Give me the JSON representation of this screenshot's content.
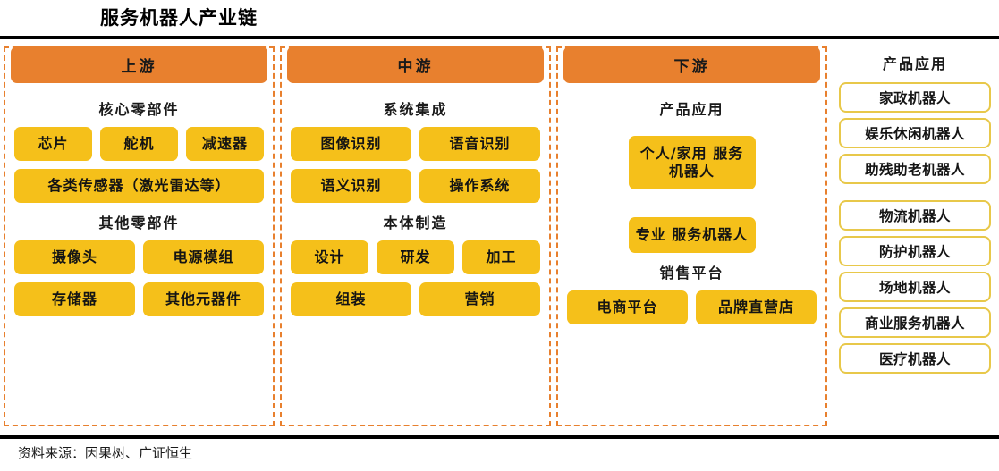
{
  "title": "服务机器人产业链",
  "footer": "资料来源：因果树、广证恒生",
  "colors": {
    "header_orange": "#E8802E",
    "chip_yellow": "#F5C01A",
    "app_border": "#E8C84A",
    "rule_black": "#000000"
  },
  "columns": [
    {
      "header": "上游",
      "groups": [
        {
          "title": "核心零部件",
          "rows": [
            [
              "芯片",
              "舵机",
              "减速器"
            ],
            [
              "各类传感器（激光雷达等）"
            ]
          ]
        },
        {
          "title": "其他零部件",
          "rows": [
            [
              "摄像头",
              "电源模组"
            ],
            [
              "存储器",
              "其他元器件"
            ]
          ]
        }
      ]
    },
    {
      "header": "中游",
      "groups": [
        {
          "title": "系统集成",
          "rows": [
            [
              "图像识别",
              "语音识别"
            ],
            [
              "语义识别",
              "操作系统"
            ]
          ]
        },
        {
          "title": "本体制造",
          "rows": [
            [
              "设计",
              "研发",
              "加工"
            ],
            [
              "组装",
              "营销"
            ]
          ]
        }
      ]
    },
    {
      "header": "下游",
      "groups": [
        {
          "title": "产品应用",
          "rows": [
            [
              "个人/家用\n服务机器人"
            ],
            [
              "专业\n服务机器人"
            ]
          ]
        },
        {
          "title": "销售平台",
          "rows": [
            [
              "电商平台",
              "品牌直营店"
            ]
          ]
        }
      ]
    }
  ],
  "applications": {
    "title": "产品应用",
    "group_a": [
      "家政机器人",
      "娱乐休闲机器人",
      "助残助老机器人"
    ],
    "group_b": [
      "物流机器人",
      "防护机器人",
      "场地机器人",
      "商业服务机器人",
      "医疗机器人"
    ]
  }
}
